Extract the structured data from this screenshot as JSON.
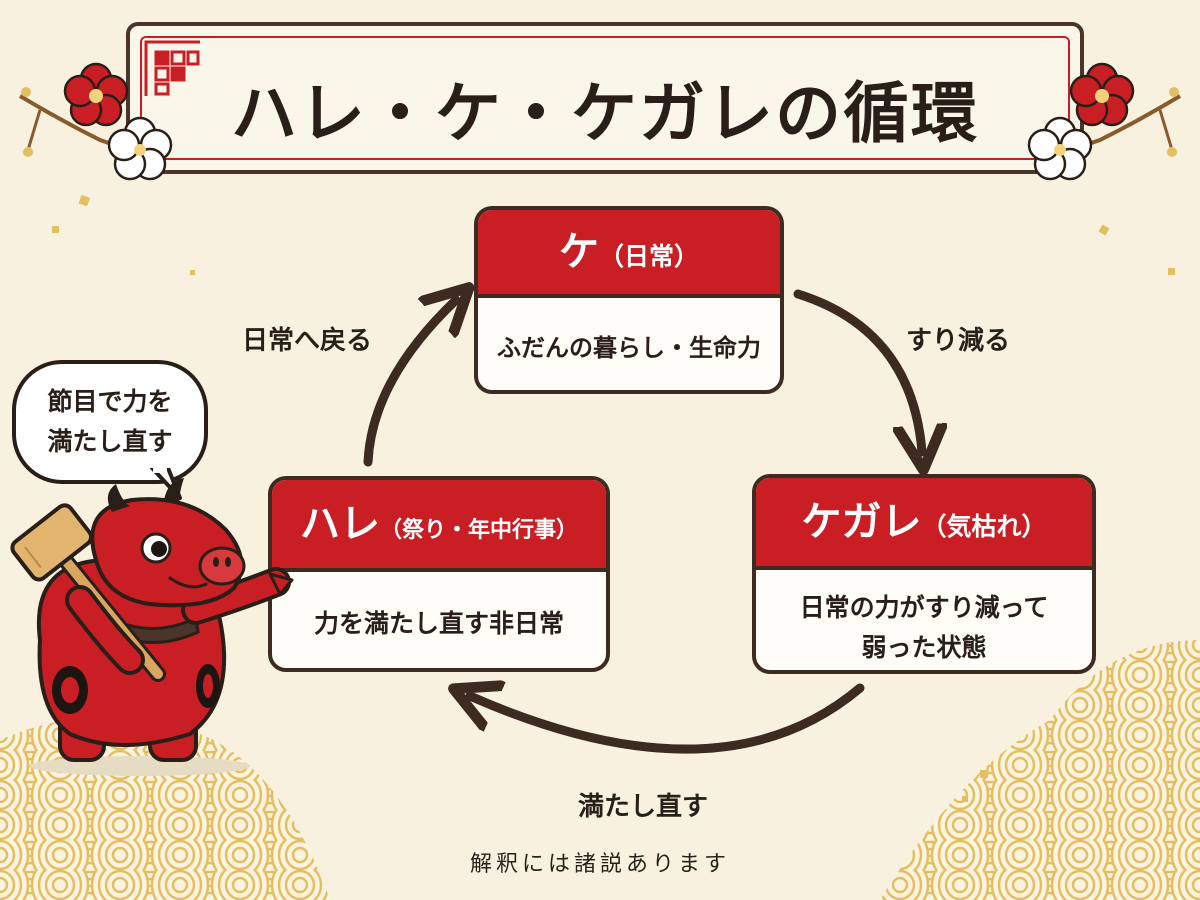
{
  "title": "ハレ・ケ・ケガレの循環",
  "nodes": {
    "ke": {
      "name": "ケ",
      "sub": "（日常）",
      "desc": "ふだんの暮らし・生命力"
    },
    "hare": {
      "name": "ハレ",
      "sub": "（祭り・年中行事）",
      "desc": "力を満たし直す非日常"
    },
    "kegare": {
      "name": "ケガレ",
      "sub": "（気枯れ）",
      "desc_line1": "日常の力がすり減って",
      "desc_line2": "弱った状態"
    }
  },
  "edges": {
    "ke_to_kegare": "すり減る",
    "kegare_to_hare": "満たし直す",
    "hare_to_ke": "日常へ戻る"
  },
  "speech": {
    "line1": "節目で力を",
    "line2": "満たし直す"
  },
  "note": "解釈には諸説あります",
  "colors": {
    "accent_red": "#c81e24",
    "outline": "#3d2a20",
    "background": "#f8f1e0",
    "wave_gold": "#e3bf62"
  }
}
